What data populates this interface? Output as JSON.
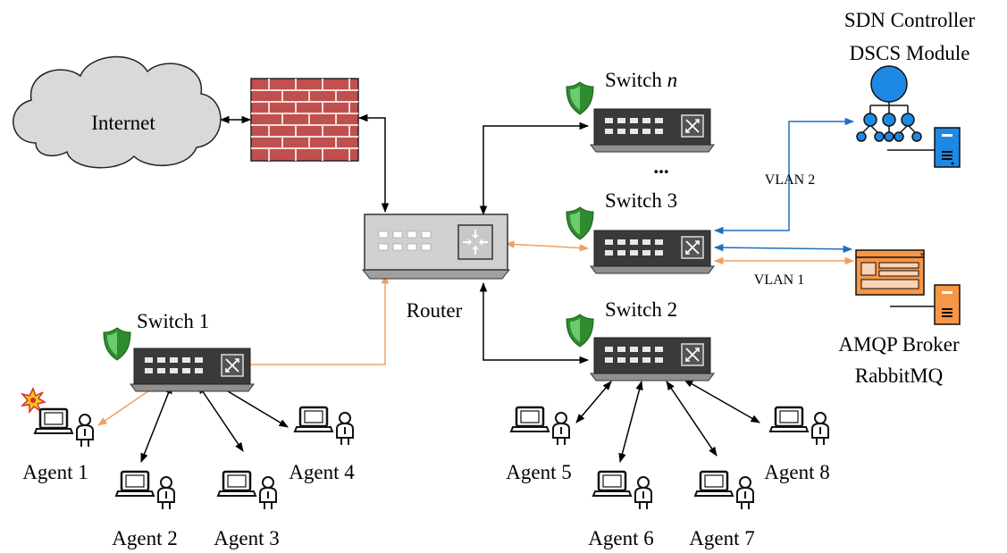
{
  "labels": {
    "internet": "Internet",
    "router": "Router",
    "switch_n_prefix": "Switch ",
    "switch_n_suffix": "n",
    "ellipsis": "...",
    "switch_3": "Switch 3",
    "switch_2": "Switch 2",
    "switch_1": "Switch 1",
    "controller_line1": "SDN Controller",
    "controller_line2": "DSCS Module",
    "vlan_2": "VLAN 2",
    "vlan_1": "VLAN 1",
    "broker_line1": "AMQP Broker",
    "broker_line2": "RabbitMQ",
    "agents": [
      "Agent 1",
      "Agent 2",
      "Agent 3",
      "Agent 4",
      "Agent 5",
      "Agent 6",
      "Agent 7",
      "Agent 8"
    ]
  },
  "colors": {
    "black_link": "#000000",
    "orange_link": "#F0A060",
    "blue_link": "#1F6FBF",
    "device_dark": "#3A3A3A",
    "router_gray": "#D0D0D0",
    "firewall_red": "#C0504D",
    "cloud_gray": "#D9D9D9",
    "controller_blue": "#1E88E5",
    "broker_orange": "#F79646",
    "shield_green": "#3BA53B"
  },
  "icons": {
    "switch": "network-switch-icon",
    "router": "router-icon",
    "firewall": "firewall-brick-icon",
    "cloud": "cloud-icon",
    "shield": "security-shield-icon",
    "laptop": "laptop-icon",
    "person": "person-icon",
    "server": "server-tower-icon",
    "controller": "sdn-controller-tree-icon",
    "broker": "message-broker-window-icon",
    "explosion": "compromised-explosion-icon"
  }
}
